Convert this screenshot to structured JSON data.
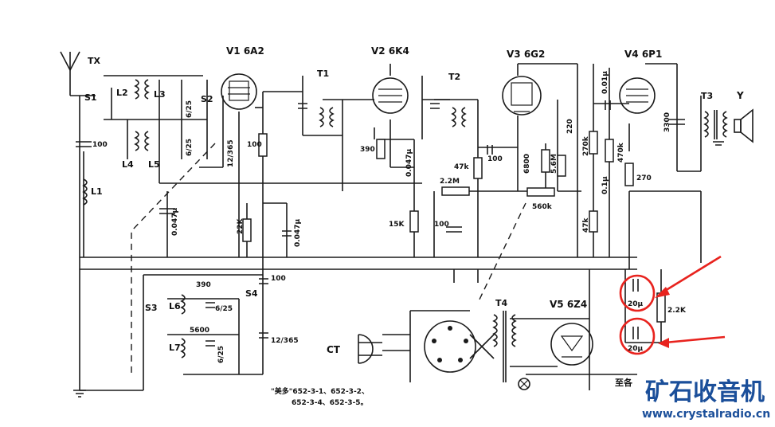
{
  "labels": {
    "tx": "TX",
    "s1": "S1",
    "s2": "S2",
    "s3": "S3",
    "s4": "S4",
    "l1": "L1",
    "l2": "L2",
    "l3": "L3",
    "l4": "L4",
    "l5": "L5",
    "l6": "L6",
    "l7": "L7",
    "t1": "T1",
    "t2": "T2",
    "t3": "T3",
    "t4": "T4",
    "y": "Y",
    "ct": "CT",
    "to": "至各"
  },
  "tubes": {
    "v1": "V1 6A2",
    "v2": "V2 6K4",
    "v3": "V3 6G2",
    "v4": "V4 6P1",
    "v5": "V5 6Z4"
  },
  "values": {
    "c100a": "100",
    "c625a": "6/25",
    "c625b": "6/25",
    "c12365a": "12/365",
    "c0047a": "0.047μ",
    "r100": "100",
    "r22k": "22K",
    "c0047b": "0.047μ",
    "r390": "390",
    "c0047c": "0.047μ",
    "r15k": "15K",
    "r47k": "47k",
    "r22m": "2.2M",
    "c100b": "100",
    "c100c": "100",
    "r6800": "6800",
    "r56m": "5.6M",
    "r560k": "560k",
    "c220": "220",
    "r270k": "270k",
    "c001": "0.01μ",
    "c01": "0.1μ",
    "r47k2": "47k",
    "r470k": "470k",
    "r270": "270",
    "c3300": "3300",
    "c100d": "100",
    "c390": "390",
    "c625c": "6/25",
    "c5600": "5600",
    "c625d": "6/25",
    "c12365b": "12/365",
    "c20a": "20μ",
    "c20b": "20μ",
    "r22kb": "2.2K"
  },
  "caption": {
    "line1": "\"美多\"652-3-1、652-3-2、",
    "line2": "652-3-4、652-3-5。"
  },
  "watermark": {
    "title": "矿石收音机",
    "url": "www.crystalradio.cn"
  },
  "colors": {
    "ink": "#1a1a1a",
    "highlight": "#e8231e",
    "watermark": "#1b4f9a"
  }
}
